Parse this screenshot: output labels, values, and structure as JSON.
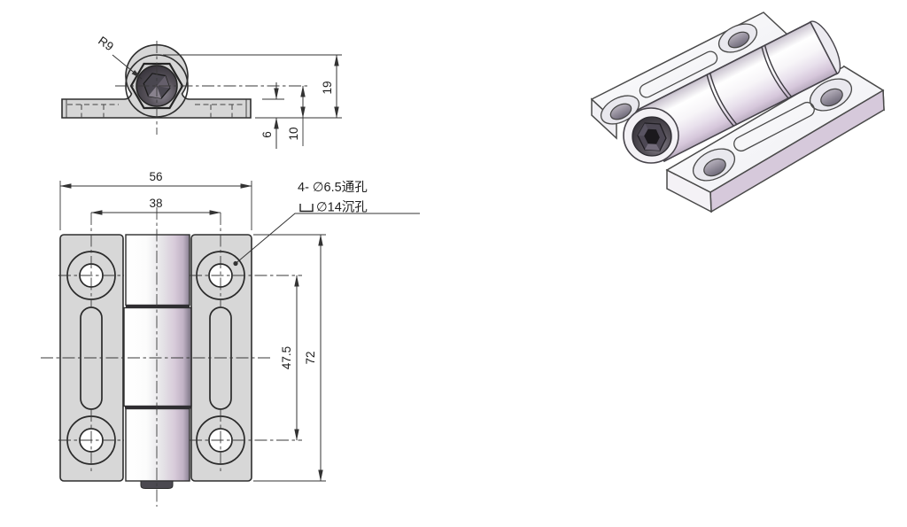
{
  "colors": {
    "background": "#ffffff",
    "line": "#2e2e2e",
    "plate_gray": "#d7d7d7",
    "lavender_accent": "#d6c9db",
    "socket_dark": "#3a3640"
  },
  "top_view": {
    "radius_callout": "R9",
    "dim_overall_height": "19",
    "dim_axis_to_base": "10",
    "dim_leaf_thickness": "6"
  },
  "front_view": {
    "dim_overall_width": "56",
    "dim_hole_spacing_width": "38",
    "dim_hole_spacing_height": "47.5",
    "dim_overall_height": "72",
    "callout": {
      "count_and_through_hole": "4- ∅6.5通孔",
      "counterbore_symbol": "⌴",
      "counterbore": "∅14沉孔"
    }
  }
}
